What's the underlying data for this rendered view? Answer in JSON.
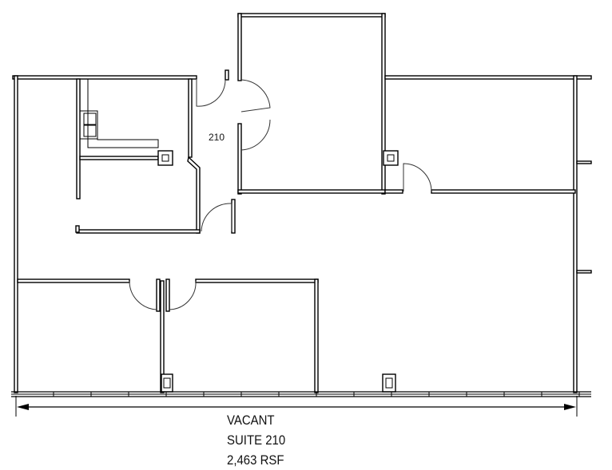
{
  "plan": {
    "room_number": "210",
    "status": "VACANT",
    "suite": "SUITE 210",
    "area": "2,463 RSF"
  }
}
